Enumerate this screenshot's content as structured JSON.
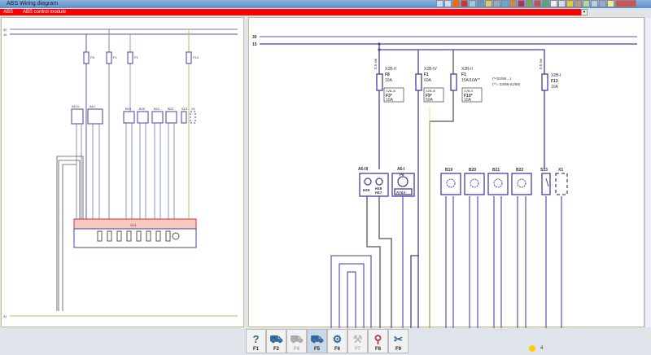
{
  "window": {
    "title": "ABS Wiring diagram"
  },
  "header": {
    "system": "ABS",
    "component": "ABS control module"
  },
  "left_diagram": {
    "bus_top": "30",
    "bus_mid": "15",
    "bus_bottom": "31",
    "fuses": [
      "F8",
      "F1",
      "F1",
      "F13"
    ],
    "components": [
      "A6-III",
      "A6-I",
      "B19",
      "B20",
      "B21",
      "B22",
      "S13",
      "X1"
    ],
    "connector": "X14"
  },
  "right_diagram": {
    "buses": [
      "30",
      "15"
    ],
    "fuses": [
      {
        "conn": "X2B-II",
        "name": "F8",
        "rating": "10A",
        "wire": "0.5 sw"
      },
      {
        "conn": "X2B-IV",
        "name": "F1",
        "rating": "60A"
      },
      {
        "conn": "X2B-II",
        "name": "F1",
        "rating": "15A/10A**"
      },
      {
        "conn": "X2B-I",
        "name": "F13",
        "rating": "10A",
        "wire": "0.5 sw"
      }
    ],
    "alt_fuses": [
      {
        "conn": "X2B-III",
        "name": "F3*",
        "rating": "10A"
      },
      {
        "conn": "X2B-III",
        "name": "F9*",
        "rating": "50A"
      },
      {
        "conn": "X2B-II",
        "name": "F10*",
        "rating": "10A"
      }
    ],
    "notes": [
      "(*<02/99→)",
      "(**= 03/98-01/99)"
    ],
    "components": [
      {
        "name": "A6-III",
        "sub": [
          "H29",
          "H18",
          "H17"
        ]
      },
      {
        "name": "A6-I",
        "sub": [
          "P8",
          "A7d-I"
        ]
      },
      {
        "name": "B19"
      },
      {
        "name": "B20"
      },
      {
        "name": "B21"
      },
      {
        "name": "B22"
      },
      {
        "name": "S13"
      },
      {
        "name": "X1"
      }
    ]
  },
  "toolbar": [
    {
      "key": "F1",
      "icon": "help-icon",
      "glyph": "?",
      "enabled": true
    },
    {
      "key": "F2",
      "icon": "car-icon",
      "glyph": "⛟",
      "enabled": true
    },
    {
      "key": "F4",
      "icon": "car-grey-icon",
      "glyph": "⛟",
      "enabled": false
    },
    {
      "key": "F5",
      "icon": "car-view-icon",
      "glyph": "⛟",
      "enabled": true
    },
    {
      "key": "F6",
      "icon": "parts-icon",
      "glyph": "⚙",
      "enabled": true
    },
    {
      "key": "F7",
      "icon": "tool-icon",
      "glyph": "⚒",
      "enabled": false
    },
    {
      "key": "F8",
      "icon": "search-wrench-icon",
      "glyph": "⚲",
      "enabled": true
    },
    {
      "key": "F9",
      "icon": "settings-wrench-icon",
      "glyph": "✂",
      "enabled": true
    }
  ],
  "status": {
    "count": "4"
  }
}
